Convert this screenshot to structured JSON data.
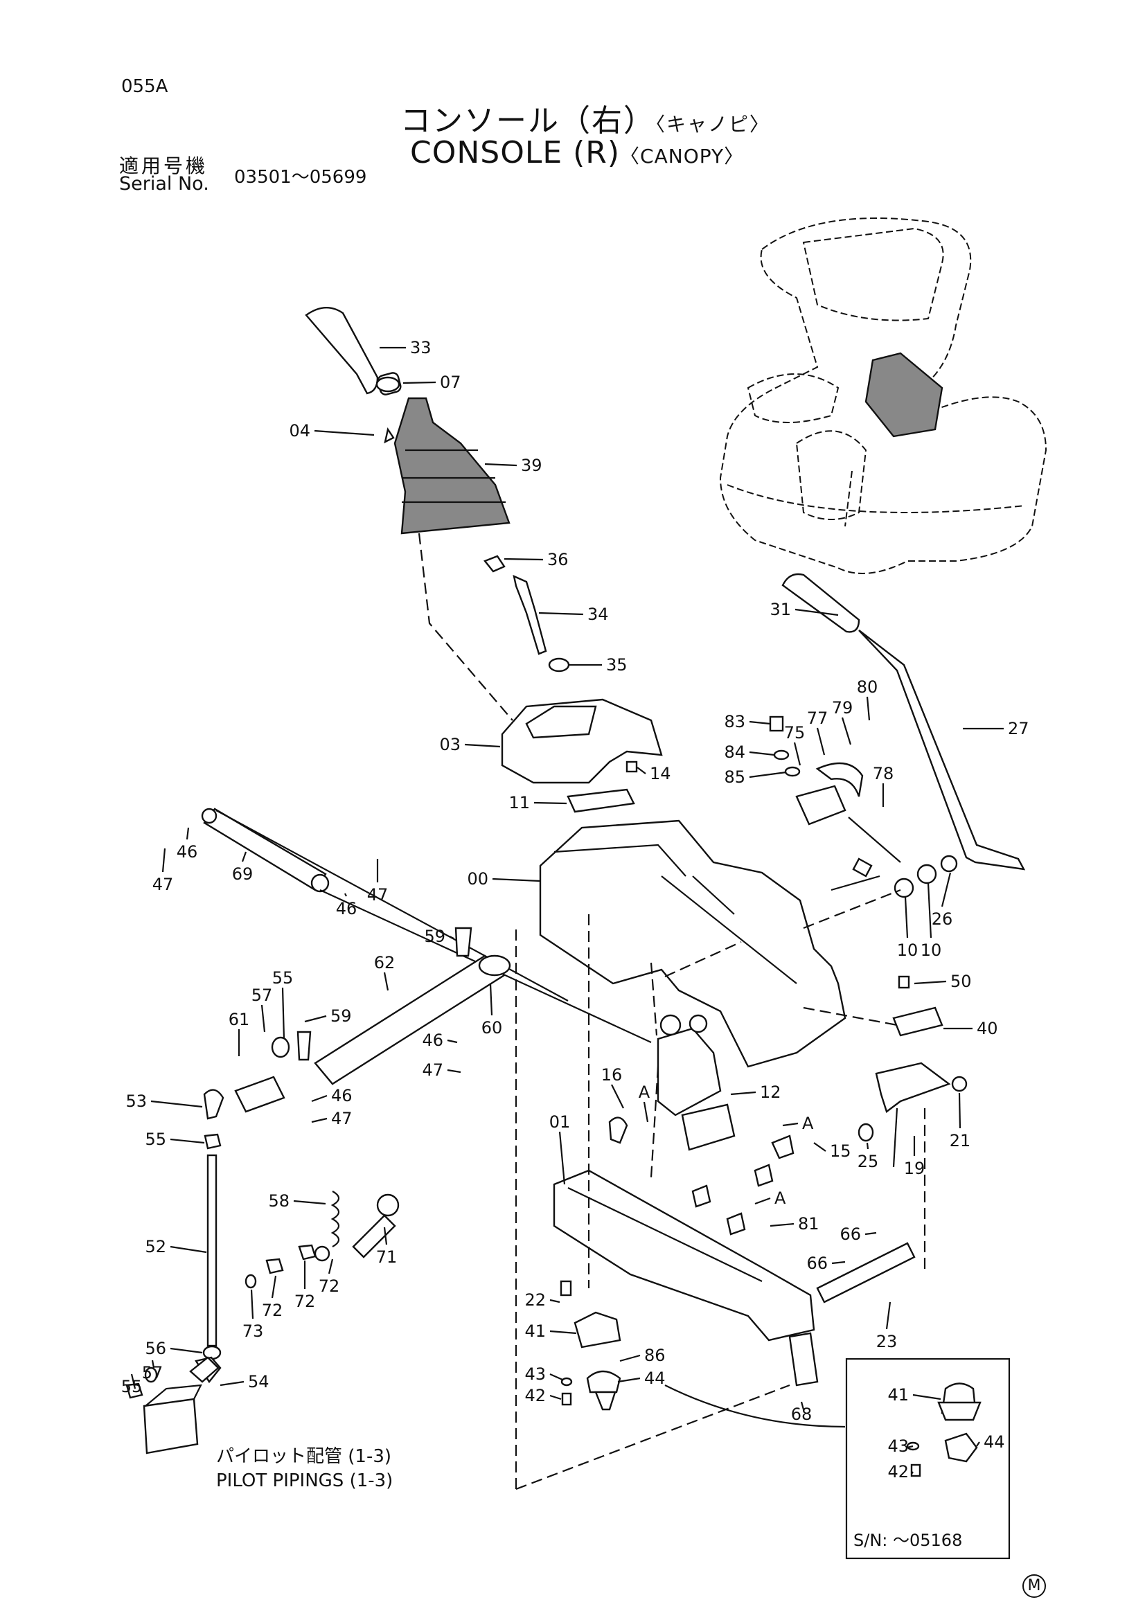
{
  "header": {
    "page_code": "055A",
    "title_jp_main": "コンソール（右）",
    "title_jp_sub": "〈キャノピ〉",
    "title_en_main": "CONSOLE (R)",
    "title_en_sub": "〈CANOPY〉",
    "serial_label_jp": "適用号機",
    "serial_label_en": "Serial No.",
    "serial_range": "03501～05699"
  },
  "pilot_note": {
    "jp": "パイロット配管 (1-3)",
    "en": "PILOT PIPINGS (1-3)"
  },
  "inset_label": "S/N:  ～05168",
  "corner_mark": "M",
  "parts": [
    {
      "num": "33"
    },
    {
      "num": "07"
    },
    {
      "num": "04"
    },
    {
      "num": "39"
    },
    {
      "num": "36"
    },
    {
      "num": "34"
    },
    {
      "num": "35"
    },
    {
      "num": "03"
    },
    {
      "num": "14"
    },
    {
      "num": "11"
    },
    {
      "num": "00"
    },
    {
      "num": "31"
    },
    {
      "num": "27"
    },
    {
      "num": "80"
    },
    {
      "num": "83"
    },
    {
      "num": "77"
    },
    {
      "num": "79"
    },
    {
      "num": "75"
    },
    {
      "num": "84"
    },
    {
      "num": "85"
    },
    {
      "num": "78"
    },
    {
      "num": "26"
    },
    {
      "num": "10"
    },
    {
      "num": "10"
    },
    {
      "num": "47"
    },
    {
      "num": "46"
    },
    {
      "num": "69"
    },
    {
      "num": "46"
    },
    {
      "num": "47"
    },
    {
      "num": "59"
    },
    {
      "num": "62"
    },
    {
      "num": "55"
    },
    {
      "num": "57"
    },
    {
      "num": "61"
    },
    {
      "num": "59"
    },
    {
      "num": "60"
    },
    {
      "num": "46"
    },
    {
      "num": "47"
    },
    {
      "num": "53"
    },
    {
      "num": "46"
    },
    {
      "num": "47"
    },
    {
      "num": "55"
    },
    {
      "num": "50"
    },
    {
      "num": "40"
    },
    {
      "num": "16"
    },
    {
      "num": "A"
    },
    {
      "num": "12"
    },
    {
      "num": "01"
    },
    {
      "num": "A"
    },
    {
      "num": "15"
    },
    {
      "num": "21"
    },
    {
      "num": "25"
    },
    {
      "num": "19"
    },
    {
      "num": "A"
    },
    {
      "num": "81"
    },
    {
      "num": "58"
    },
    {
      "num": "52"
    },
    {
      "num": "71"
    },
    {
      "num": "72"
    },
    {
      "num": "72"
    },
    {
      "num": "72"
    },
    {
      "num": "73"
    },
    {
      "num": "66"
    },
    {
      "num": "66"
    },
    {
      "num": "22"
    },
    {
      "num": "41"
    },
    {
      "num": "23"
    },
    {
      "num": "86"
    },
    {
      "num": "43"
    },
    {
      "num": "44"
    },
    {
      "num": "42"
    },
    {
      "num": "56"
    },
    {
      "num": "57"
    },
    {
      "num": "54"
    },
    {
      "num": "55"
    },
    {
      "num": "68"
    },
    {
      "num": "41"
    },
    {
      "num": "43"
    },
    {
      "num": "44"
    },
    {
      "num": "42"
    }
  ]
}
